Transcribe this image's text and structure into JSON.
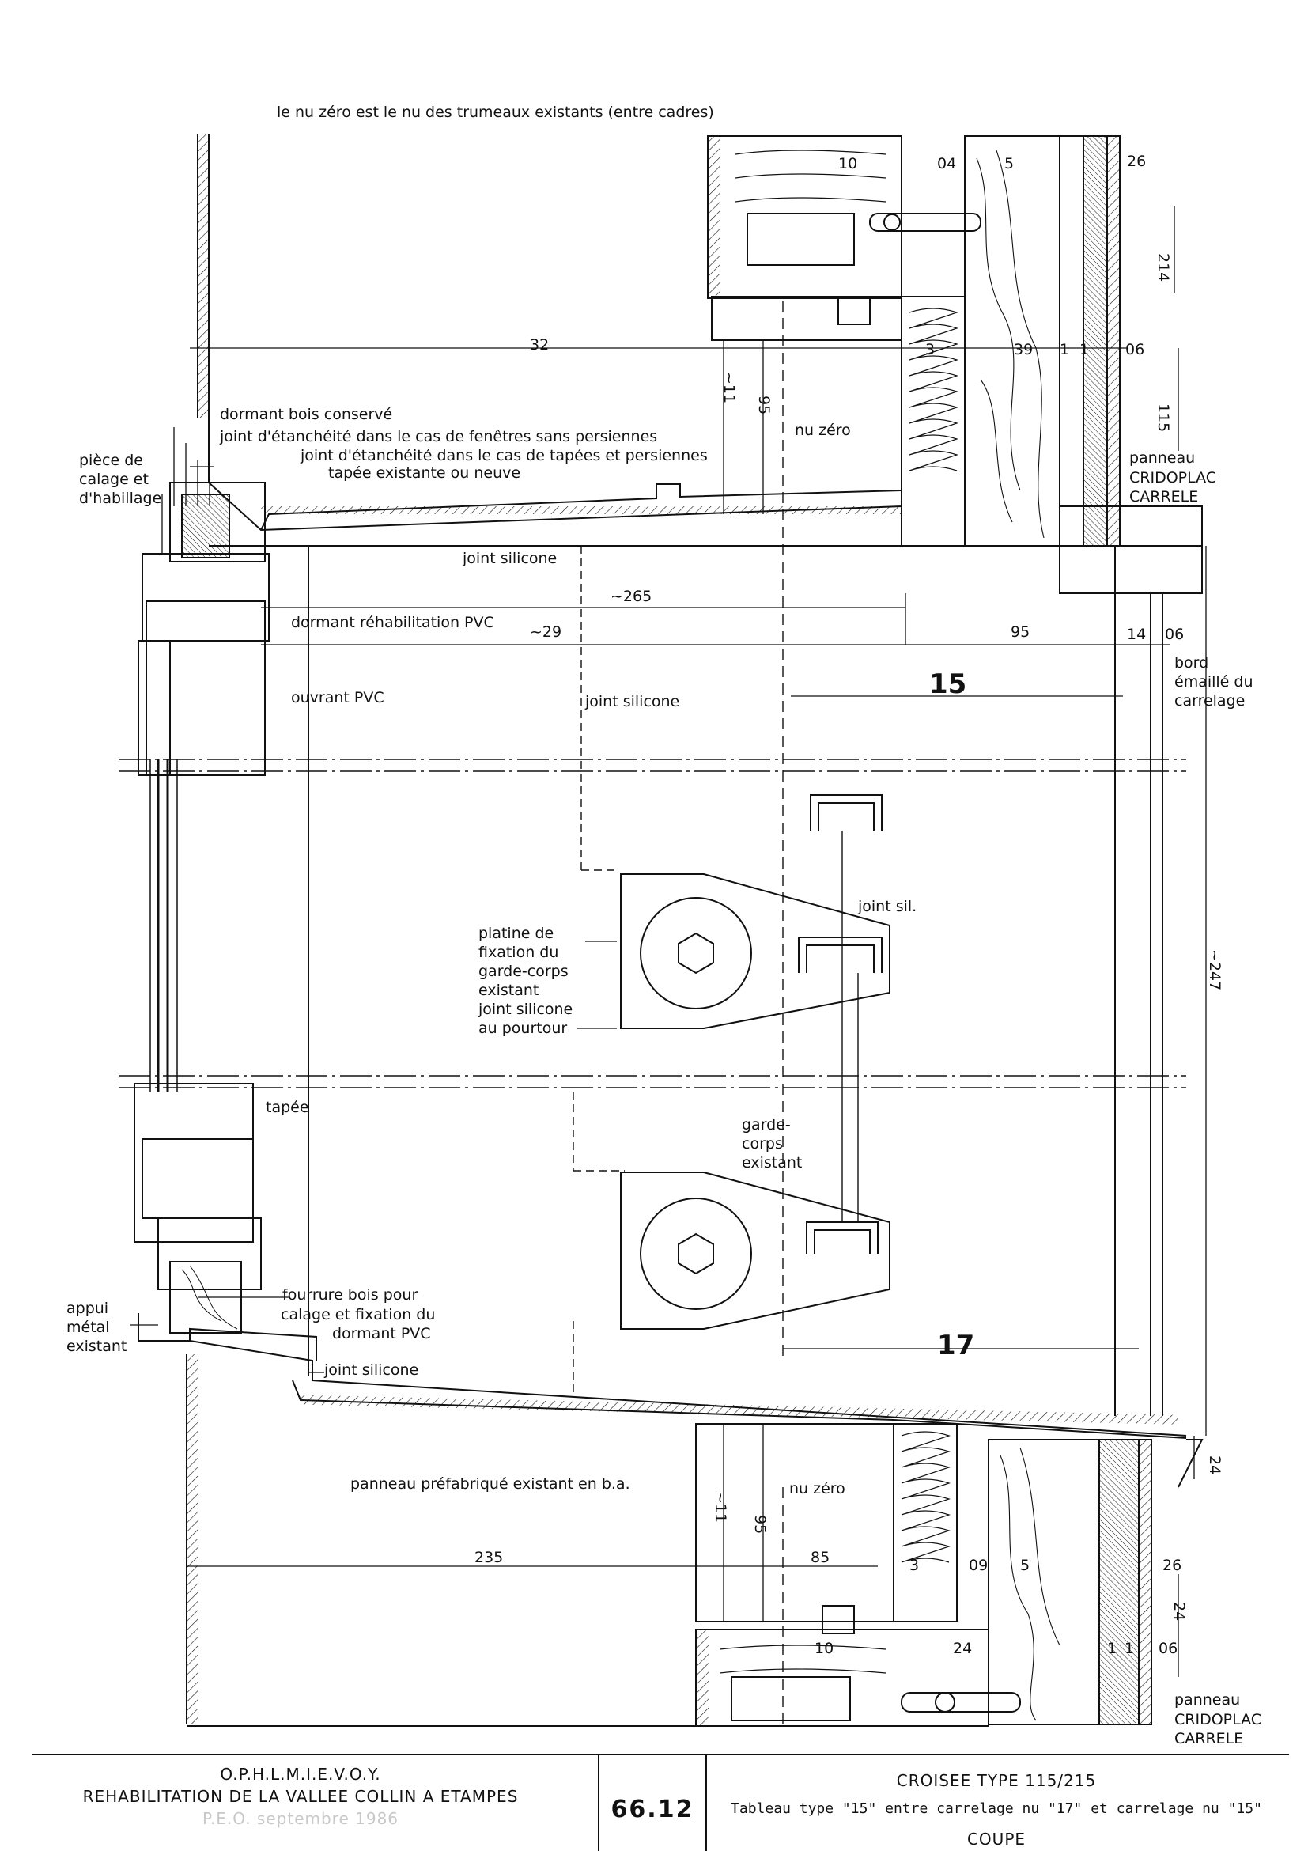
{
  "header_note": "le nu zéro est le nu des trumeaux existants (entre cadres)",
  "labels": {
    "dormant_bois": "dormant bois conservé",
    "joint_etancheite_1": "joint d'étanchéité dans le cas de fenêtres sans persiennes",
    "joint_etancheite_2": "joint d'étanchéité dans le cas de tapées et persiennes",
    "tapee_existante": "tapée existante ou neuve",
    "piece_calage_1": "pièce de",
    "piece_calage_2": "calage et",
    "piece_calage_3": "d'habillage",
    "joint_silicone_top": "joint silicone",
    "dormant_rehab": "dormant réhabilitation PVC",
    "ouvrant_pvc": "ouvrant PVC",
    "joint_silicone_mid": "joint silicone",
    "nu_zero_top": "nu zéro",
    "panneau_top_1": "panneau",
    "panneau_top_2": "CRIDOPLAC",
    "panneau_top_3": "CARRELE",
    "bord_1": "bord",
    "bord_2": "émaillé du",
    "bord_3": "carrelage",
    "joint_sil": "joint sil.",
    "platine_1": "platine de",
    "platine_2": "fixation du",
    "platine_3": "garde-corps",
    "platine_4": "existant",
    "platine_5": "joint silicone",
    "platine_6": "au pourtour",
    "tapee": "tapée",
    "garde_1": "garde-",
    "garde_2": "corps",
    "garde_3": "existant",
    "fourrure_1": "fourrure bois pour",
    "fourrure_2": "calage et fixation du",
    "fourrure_3": "dormant PVC",
    "appui_1": "appui",
    "appui_2": "métal",
    "appui_3": "existant",
    "joint_silicone_bottom": "joint silicone",
    "panneau_prefab": "panneau préfabriqué existant en b.a.",
    "nu_zero_bottom": "nu zéro",
    "panneau_bot_1": "panneau",
    "panneau_bot_2": "CRIDOPLAC",
    "panneau_bot_3": "CARRELE"
  },
  "dimensions": {
    "d10_top": "10",
    "d04_top": "04",
    "d5_top": "5",
    "d26_top": "26",
    "d214": "214",
    "d32": "32",
    "d3_top": "3",
    "d39": "39",
    "d1a_top": "1",
    "d1b_top": "1",
    "d06_top": "06",
    "d115": "115",
    "d11_top": "~11",
    "d95_top": "95",
    "d265": "~265",
    "d29": "~29",
    "d95_mid": "95",
    "d14": "14",
    "d06_mid": "06",
    "d15_big": "15",
    "d247": "~247",
    "d17_big": "17",
    "d24_right": "24",
    "d11_bot": "~11",
    "d95_bot": "95",
    "d235": "235",
    "d85": "85",
    "d3_bot": "3",
    "d09": "09",
    "d5_bot": "5",
    "d26_bot": "26",
    "d24_bot": "24",
    "d10_bot": "10",
    "d24b_bot": "24",
    "d1a_bot": "1",
    "d1b_bot": "1",
    "d06_bot": "06"
  },
  "title_block": {
    "org": "O.P.H.L.M.I.E.V.O.Y.",
    "project": "REHABILITATION DE LA VALLEE COLLIN A ETAMPES",
    "peo": "P.E.O. septembre 1986",
    "sheet_number": "66.12",
    "title": "CROISEE TYPE 115/215",
    "subtitle": "Tableau type \"15\" entre carrelage nu \"17\" et carrelage nu \"15\"",
    "view": "COUPE"
  },
  "colors": {
    "ink": "#111111",
    "faded": "#c8c8c8",
    "paper": "#ffffff"
  }
}
